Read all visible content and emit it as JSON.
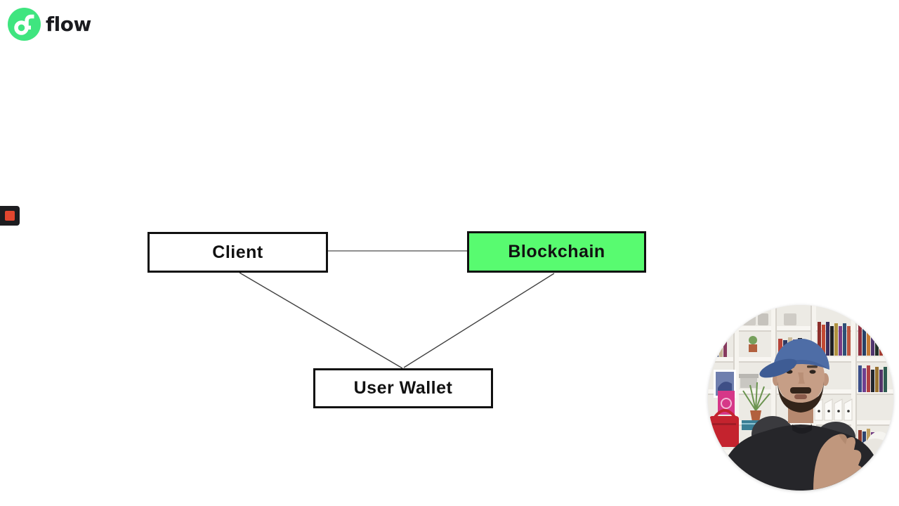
{
  "brand": {
    "wordmark": "flow",
    "icon": "flow-logo-icon",
    "icon_color": "#3fe57f"
  },
  "recording_indicator": {
    "icon": "stop-square-icon",
    "square_color": "#e2462f",
    "background_color": "#1d1d20"
  },
  "diagram": {
    "edge_color": "#3f3f3f",
    "edge_color_horizontal": "#6b6b6b",
    "nodes": [
      {
        "id": "client",
        "label": "Client",
        "fill": "#ffffff",
        "border": "#101010"
      },
      {
        "id": "blockchain",
        "label": "Blockchain",
        "fill": "#58fb70",
        "border": "#101010"
      },
      {
        "id": "user_wallet",
        "label": "User Wallet",
        "fill": "#ffffff",
        "border": "#101010"
      }
    ],
    "edges": [
      {
        "from": "client",
        "to": "blockchain"
      },
      {
        "from": "client",
        "to": "user_wallet"
      },
      {
        "from": "blockchain",
        "to": "user_wallet"
      }
    ]
  },
  "webcam": {
    "description": "Presenter wearing a blue cap and dark sweater in front of white bookshelves"
  }
}
